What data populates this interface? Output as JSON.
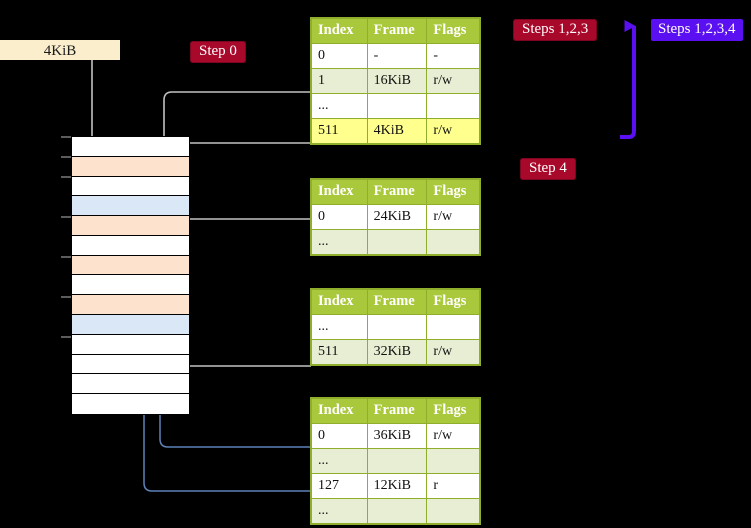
{
  "labels": {
    "memory_size": "4KiB",
    "step0": "Step 0",
    "steps_123": "Steps 1,2,3",
    "step4": "Step 4",
    "steps_1234": "Steps 1,2,3,4"
  },
  "colors": {
    "background": "#000000",
    "table_header": "#aac83c",
    "table_row_even": "#e8eed3",
    "table_row_odd": "#ffffff",
    "highlight": "#ffff8d",
    "step_badge": "#a8082a",
    "steps_1234_badge": "#5a10f0",
    "size_label": "#faeecd",
    "mem_frame_orange": "#fde3cd",
    "mem_frame_blue": "#d9e7f7",
    "mem_frame_white": "#ffffff",
    "wire_gray": "#b8b8b8",
    "wire_blue": "#5f83b8"
  },
  "memory_column": {
    "name": "physical-memory-frames",
    "rows": [
      {
        "fill": "white"
      },
      {
        "fill": "orange"
      },
      {
        "fill": "white"
      },
      {
        "fill": "blue"
      },
      {
        "fill": "orange"
      },
      {
        "fill": "white"
      },
      {
        "fill": "orange"
      },
      {
        "fill": "white"
      },
      {
        "fill": "orange"
      },
      {
        "fill": "blue"
      },
      {
        "fill": "white"
      },
      {
        "fill": "white"
      },
      {
        "fill": "white"
      },
      {
        "fill": "white"
      }
    ]
  },
  "tables": [
    {
      "id": "table-level-1",
      "headers": [
        "Index",
        "Frame",
        "Flags"
      ],
      "rows": [
        {
          "cells": [
            "0",
            "-",
            "-"
          ],
          "shade": "odd",
          "highlight": false
        },
        {
          "cells": [
            "1",
            "16KiB",
            "r/w"
          ],
          "shade": "even",
          "highlight": false
        },
        {
          "cells": [
            "...",
            "",
            ""
          ],
          "shade": "odd",
          "highlight": false
        },
        {
          "cells": [
            "511",
            "4KiB",
            "r/w"
          ],
          "shade": "even",
          "highlight": true
        }
      ]
    },
    {
      "id": "table-level-2",
      "headers": [
        "Index",
        "Frame",
        "Flags"
      ],
      "rows": [
        {
          "cells": [
            "0",
            "24KiB",
            "r/w"
          ],
          "shade": "odd",
          "highlight": false
        },
        {
          "cells": [
            "...",
            "",
            ""
          ],
          "shade": "even",
          "highlight": false
        }
      ]
    },
    {
      "id": "table-level-3",
      "headers": [
        "Index",
        "Frame",
        "Flags"
      ],
      "rows": [
        {
          "cells": [
            "...",
            "",
            ""
          ],
          "shade": "odd",
          "highlight": false
        },
        {
          "cells": [
            "511",
            "32KiB",
            "r/w"
          ],
          "shade": "even",
          "highlight": false
        }
      ]
    },
    {
      "id": "table-level-4",
      "headers": [
        "Index",
        "Frame",
        "Flags"
      ],
      "rows": [
        {
          "cells": [
            "0",
            "36KiB",
            "r/w"
          ],
          "shade": "odd",
          "highlight": false
        },
        {
          "cells": [
            "...",
            "",
            ""
          ],
          "shade": "even",
          "highlight": false
        },
        {
          "cells": [
            "127",
            "12KiB",
            "r"
          ],
          "shade": "odd",
          "highlight": false
        },
        {
          "cells": [
            "...",
            "",
            ""
          ],
          "shade": "even",
          "highlight": false
        }
      ]
    }
  ]
}
